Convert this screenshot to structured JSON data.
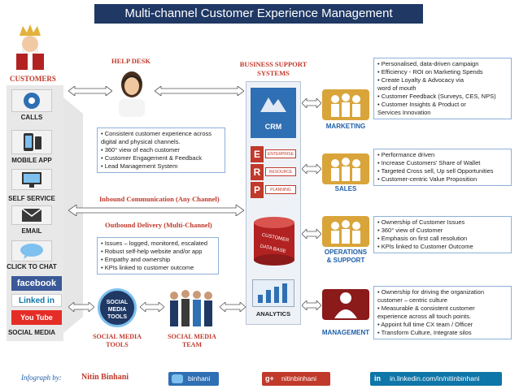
{
  "title": "Multi-channel Customer Experience Management",
  "customers_label": "CUSTOMERS",
  "channels": [
    {
      "label": "CALLS",
      "icon": "phone-icon"
    },
    {
      "label": "MOBILE APP",
      "icon": "mobile-icon"
    },
    {
      "label": "SELF SERVICE",
      "icon": "monitor-icon"
    },
    {
      "label": "EMAIL",
      "icon": "email-icon"
    },
    {
      "label": "CLICK TO CHAT",
      "icon": "chat-icon"
    },
    {
      "label": "SOCIAL MEDIA",
      "icon": "social-icons"
    }
  ],
  "social_logos": [
    "facebook",
    "Linked in",
    "You Tube"
  ],
  "help_desk": {
    "label": "HELP DESK",
    "notes": [
      "• Consistent customer experience across",
      "  digital and physical channels.",
      "• 360° view of each customer",
      "• Customer Engagement & Feedback",
      "• Lead Management System"
    ]
  },
  "inbound": "Inbound Communication (Any Channel)",
  "outbound": {
    "label": "Outbound Delivery (Multi-Channel)",
    "notes": [
      "• Issues – logged, monitored, escalated",
      "• Robust self-help website and/or app",
      "• Empathy and ownership",
      "• KPIs linked to customer outcome"
    ]
  },
  "business_support": {
    "label_line1": "BUSINESS SUPPORT",
    "label_line2": "SYSTEMS",
    "crm": "CRM",
    "erp_letters": [
      "E",
      "R",
      "P"
    ],
    "erp_tags": [
      "ENTERPRISE",
      "RESOURCE",
      "PLANNING"
    ],
    "db_line1": "CUSTOMER",
    "db_line2": "DATA BASE",
    "analytics": "ANALYTICS"
  },
  "departments": [
    {
      "label": "MARKETING",
      "notes": [
        "• Personalised, data-driven campaign",
        "• Efficiency - ROI on Marketing Spends",
        "• Create Loyalty & Advocacy via",
        "   word of mouth",
        "• Customer Feedback (Surveys, CES, NPS)",
        "• Customer Insights & Product or",
        "   Services Innovation"
      ]
    },
    {
      "label": "SALES",
      "notes": [
        "• Performance driven",
        "• Increase Customers' Share of Wallet",
        "• Targeted Cross sell, Up sell Opportunities",
        "• Customer-centric Value Proposition"
      ]
    },
    {
      "label_line1": "OPERATIONS",
      "label_line2": "& SUPPORT",
      "notes": [
        "• Ownership of Customer Issues",
        "• 360° view of Customer",
        "• Emphasis on first call resolution",
        "• KPIs linked to Customer Outcome"
      ]
    },
    {
      "label": "MANAGEMENT",
      "notes": [
        "• Ownership for driving the organization",
        "   customer – centric culture",
        "• Measurable & consistent customer",
        "   experience  across all touch points.",
        "• Appoint full time CX team / Officer",
        "• Transform Culture, Integrate silos"
      ]
    }
  ],
  "social_tools": {
    "line1": "SOCIAL MEDIA",
    "line2": "TOOLS",
    "badge_line1": "SOCIAL",
    "badge_line2": "MEDIA",
    "badge_line3": "TOOLS"
  },
  "social_team": {
    "line1": "SOCIAL MEDIA",
    "line2": "TEAM"
  },
  "footer": {
    "infograph_by": "Infograph by:",
    "author": "Nitin Binhani",
    "twitter": "binhani",
    "gplus": "nitinbinhani",
    "gplus_icon_text": "g+",
    "linkedin": "in.linkedin.com/in/nitinbinhani",
    "linkedin_icon_text": "in"
  },
  "colors": {
    "navy": "#1f3864",
    "red": "#c0392b",
    "blue": "#1f5fa8",
    "gold": "#d9a43a",
    "twitter": "#2f6fb3",
    "gplus": "#c0392b",
    "linkedin": "#0e76a8"
  }
}
